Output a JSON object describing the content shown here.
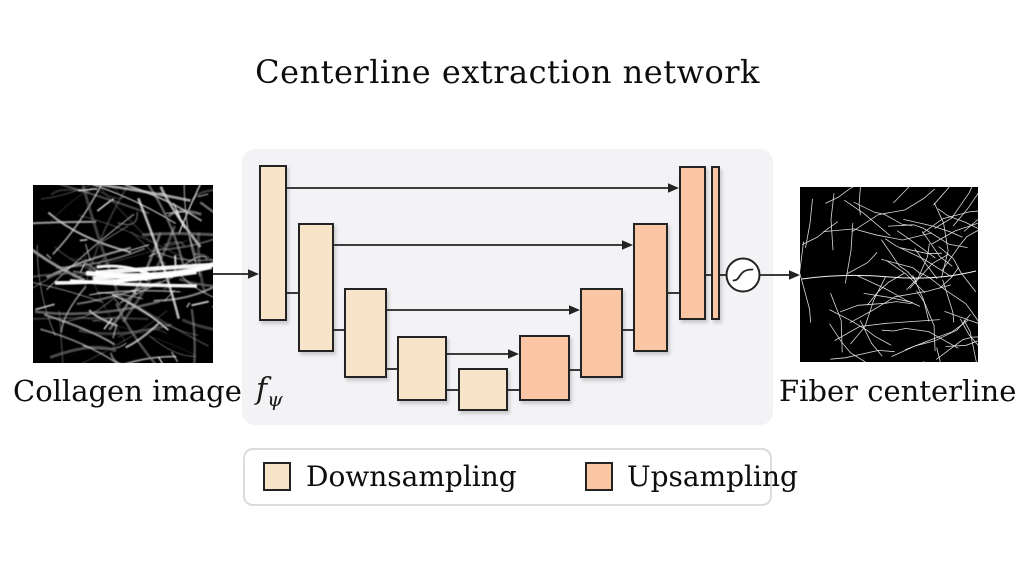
{
  "title": "Centerline extraction network",
  "input_image": {
    "caption": "Collagen image",
    "description": "grayscale microscopy image of collagen fibers on black background"
  },
  "output_image": {
    "caption": "Fiber centerline",
    "description": "black image with thin white skeletal centerline traces"
  },
  "network": {
    "function_label": {
      "base": "f",
      "subscript": "ψ"
    },
    "architecture": "u-net",
    "encoder_blocks": 5,
    "decoder_blocks": 4,
    "output_layer": "thin-bar",
    "activation": "sigmoid",
    "skip_connections": 4
  },
  "legend": {
    "items": [
      {
        "label": "Downsampling",
        "color": "#F8E4C8"
      },
      {
        "label": "Upsampling",
        "color": "#FAC6A4"
      }
    ]
  },
  "colors": {
    "downsampling": "#F8E4C8",
    "upsampling": "#FAC6A4",
    "panel_background": "#F3F3F6",
    "stroke": "#232323",
    "page_background": "#FFFFFF",
    "legend_border": "#DCDCDC"
  }
}
